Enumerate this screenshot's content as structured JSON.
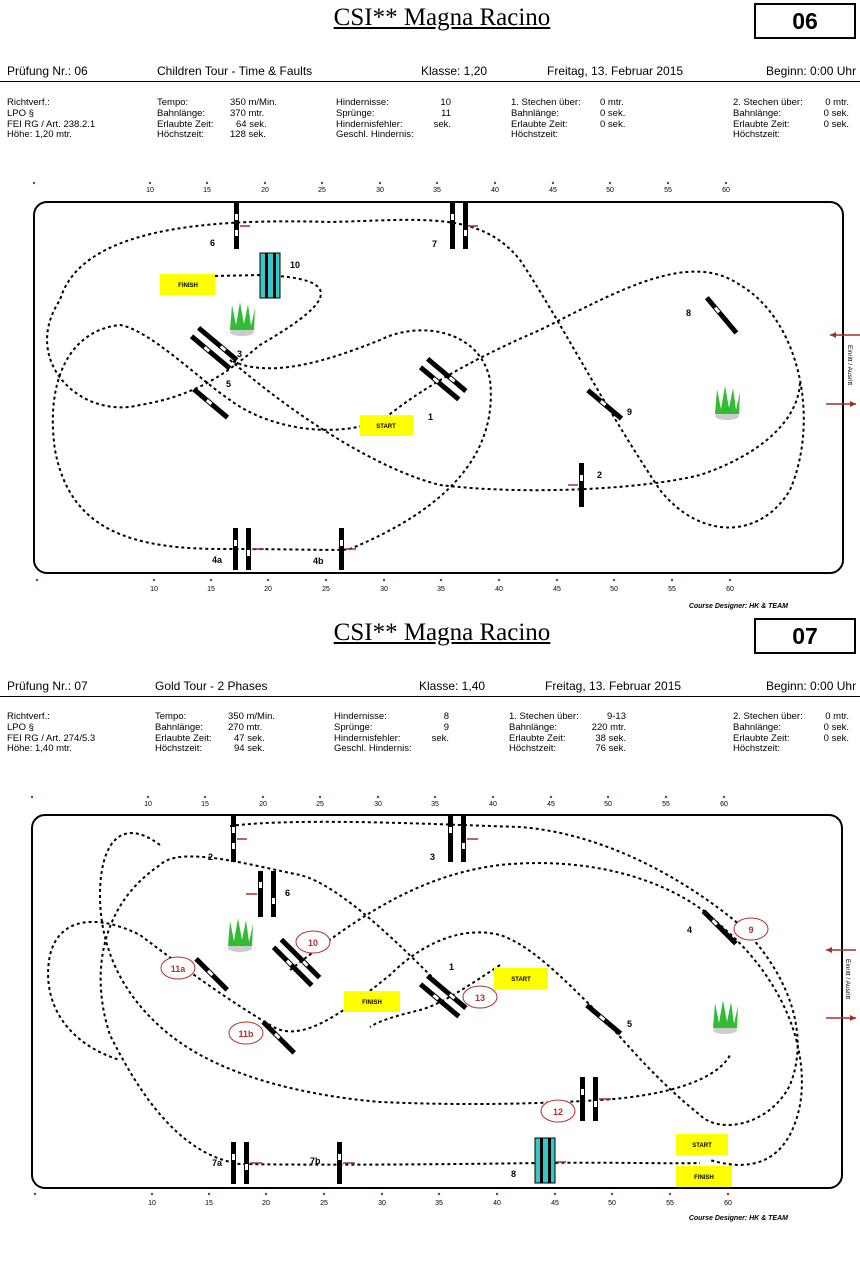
{
  "sheets": [
    {
      "title": "CSI** Magna Racino",
      "number": "06",
      "header": {
        "pruefung": "Prüfung Nr.: 06",
        "name": "Children Tour - Time & Faults",
        "klasse": "Klasse: 1,20",
        "datum": "Freitag, 13. Februar 2015",
        "beginn": "Beginn: 0:00 Uhr"
      },
      "col1": [
        "Richtverf.:",
        "LPO §",
        "FEI RG / Art. 238.2.1",
        "Höhe: 1,20 mtr."
      ],
      "col2": {
        "labels": [
          "Tempo:",
          "Bahnlänge:",
          "Erlaubte Zeit:",
          "Höchstzeit:"
        ],
        "values": [
          "350 m/Min.",
          "370 mtr.",
          "64 sek.",
          "128 sek."
        ]
      },
      "col3": {
        "labels": [
          "Hindernisse:",
          "Sprünge:",
          "Hindernisfehler:",
          "Geschl. Hindernis:"
        ],
        "values": [
          "10",
          "11",
          "sek.",
          ""
        ]
      },
      "col4": {
        "labels": [
          "1. Stechen über:",
          "Bahnlänge:",
          "Erlaubte Zeit:",
          "Höchstzeit:"
        ],
        "values": [
          "",
          "0 mtr.",
          "0 sek.",
          "0 sek."
        ]
      },
      "col5": {
        "labels": [
          "2. Stechen über:",
          "Bahnlänge:",
          "Erlaubte Zeit:",
          "Höchstzeit:"
        ],
        "values": [
          "",
          "0 mtr.",
          "0 sek.",
          "0 sek."
        ]
      },
      "grid": {
        "top": [
          "10",
          "15",
          "20",
          "25",
          "30",
          "35",
          "40",
          "45",
          "50",
          "55",
          "60"
        ],
        "bottom": [
          "10",
          "15",
          "20",
          "25",
          "30",
          "35",
          "40",
          "45",
          "50",
          "55",
          "60"
        ]
      },
      "entrance": "Einritt / Ausritt",
      "designer": "Course Designer: HK & TEAM",
      "labels": {
        "start": "START",
        "finish": "FINISH"
      },
      "fences": [
        "1",
        "2",
        "3",
        "4a",
        "4b",
        "5",
        "6",
        "7",
        "8",
        "9",
        "10"
      ]
    },
    {
      "title": "CSI** Magna Racino",
      "number": "07",
      "header": {
        "pruefung": "Prüfung Nr.: 07",
        "name": "Gold Tour - 2 Phases",
        "klasse": "Klasse: 1,40",
        "datum": "Freitag, 13. Februar 2015",
        "beginn": "Beginn: 0:00 Uhr"
      },
      "col1": [
        "Richtverf.:",
        "LPO §",
        "FEI RG / Art. 274/5.3",
        "Höhe: 1,40 mtr."
      ],
      "col2": {
        "labels": [
          "Tempo:",
          "Bahnlänge:",
          "Erlaubte Zeit:",
          "Höchstzeit:"
        ],
        "values": [
          "350 m/Min.",
          "270 mtr.",
          "47 sek.",
          "94 sek."
        ]
      },
      "col3": {
        "labels": [
          "Hindernisse:",
          "Sprünge:",
          "Hindernisfehler:",
          "Geschl. Hindernis:"
        ],
        "values": [
          "8",
          "9",
          "sek.",
          ""
        ]
      },
      "col4": {
        "labels": [
          "1. Stechen über:",
          "Bahnlänge:",
          "Erlaubte Zeit:",
          "Höchstzeit:"
        ],
        "values": [
          "9-13",
          "220 mtr.",
          "38 sek.",
          "76 sek."
        ]
      },
      "col5": {
        "labels": [
          "2. Stechen über:",
          "Bahnlänge:",
          "Erlaubte Zeit:",
          "Höchstzeit:"
        ],
        "values": [
          "",
          "0 mtr.",
          "0 sek.",
          "0 sek."
        ]
      },
      "grid": {
        "top": [
          "10",
          "15",
          "20",
          "25",
          "30",
          "35",
          "40",
          "45",
          "50",
          "55",
          "60"
        ],
        "bottom": [
          "10",
          "15",
          "20",
          "25",
          "30",
          "35",
          "40",
          "45",
          "50",
          "55",
          "60"
        ]
      },
      "entrance": "Einritt / Ausritt",
      "designer": "Course Designer: HK & TEAM",
      "labels": {
        "start": "START",
        "finish": "FINISH",
        "start2": "START",
        "finish2": "FINISH"
      },
      "fences": [
        "1",
        "2",
        "3",
        "4",
        "5",
        "6",
        "7a",
        "7b",
        "8"
      ],
      "phase2": [
        "9",
        "10",
        "11a",
        "11b",
        "12",
        "13"
      ]
    }
  ],
  "colors": {
    "start_fill": "#ffff00",
    "arrow": "#a0302a",
    "water": "#39c6c6",
    "phase2_circle": "#b03030",
    "bush": "#33bb33"
  }
}
